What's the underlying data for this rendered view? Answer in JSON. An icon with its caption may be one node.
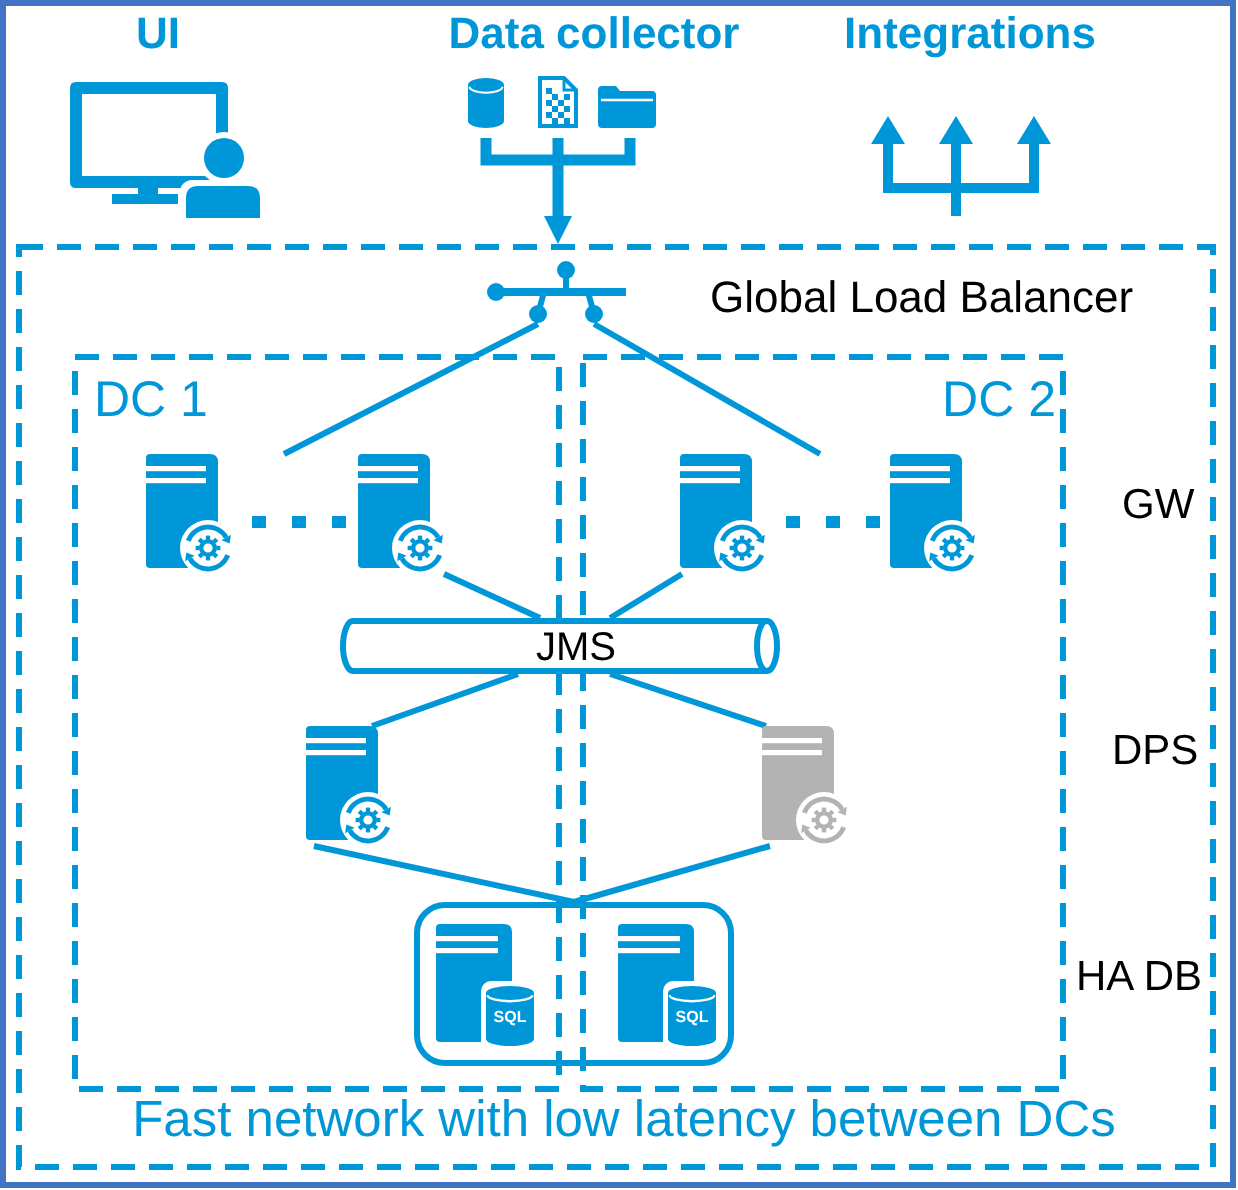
{
  "diagram": {
    "nodes": [
      {
        "text": [
          "Data collector"
        ]
      },
      {
        "text": [
          "Fast network with low latency between DCs"
        ]
      },
      {
        "text": [],
        "shape": "picture",
        "beside": [
          "Global Load Balancer"
        ],
        "in": 1
      },
      {
        "text": [
          "DC 1"
        ],
        "in": 1
      },
      {
        "text": [
          "DC 2"
        ],
        "in": 1
      },
      {
        "text": [],
        "shape": "server",
        "in": 3
      },
      {
        "text": [],
        "shape": "server",
        "in": 3
      },
      {
        "text": [],
        "shape": "server",
        "in": 4
      },
      {
        "text": [],
        "shape": "server",
        "in": 4
      },
      {
        "text": [
          "JMS"
        ],
        "in": 1
      },
      {
        "text": [],
        "shape": "server",
        "in": 3
      },
      {
        "text": [],
        "shape": "server",
        "in": 4
      },
      {
        "text": [],
        "shape": "box",
        "in": 1
      },
      {
        "text": [
          "SQL"
        ]
      },
      {
        "text": [
          "SQL"
        ]
      }
    ],
    "edges": [
      {
        "from": 0,
        "to": 1,
        "arrow": "to",
        "style": "thick"
      },
      {
        "from": 2,
        "to": null,
        "arrow": "none"
      },
      {
        "from": 2,
        "to": null,
        "arrow": "none"
      },
      {
        "from": 5,
        "to": 6,
        "arrow": "none",
        "style": "dashed"
      },
      {
        "from": 7,
        "to": 8,
        "arrow": "none",
        "style": "dashed"
      },
      {
        "from": 6,
        "to": 9,
        "arrow": "none"
      },
      {
        "from": 7,
        "to": 9,
        "arrow": "none"
      },
      {
        "from": 9,
        "to": 10,
        "arrow": "none"
      },
      {
        "from": 9,
        "to": 11,
        "arrow": "none"
      },
      {
        "from": 10,
        "to": 12,
        "arrow": "none"
      },
      {
        "from": 11,
        "to": 12,
        "arrow": "none"
      }
    ],
    "labels": [
      "UI",
      "Integrations",
      "GW",
      "DPS",
      "HA DB"
    ]
  }
}
